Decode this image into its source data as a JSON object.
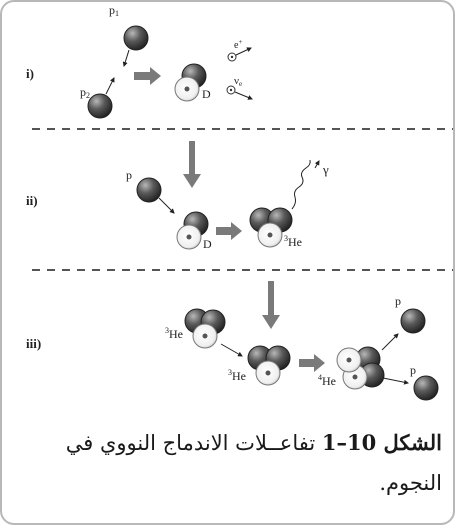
{
  "stages": [
    "i)",
    "ii)",
    "iii)"
  ],
  "labels": {
    "p1": "p",
    "p1_sub": "1",
    "p2": "p",
    "p2_sub": "2",
    "deuteron_1": "D",
    "positron": "e",
    "positron_sup": "+",
    "neutrino": "ν",
    "neutrino_sub": "e",
    "proton_ii": "p",
    "deuteron_2": "D",
    "he3_ii": "He",
    "he3_ii_sup": "3",
    "gamma": "γ",
    "he3_iii_a": "He",
    "he3_iii_a_sup": "3",
    "he3_iii_b": "He",
    "he3_iii_b_sup": "3",
    "he4": "He",
    "he4_sup": "4",
    "p_out_1": "p",
    "p_out_2": "p"
  },
  "caption": {
    "figure_number": "الشكل 10–1",
    "text": " تفاعــلات الاندماج النووي في النجوم."
  },
  "colors": {
    "proton": "#4a4a4a",
    "neutron": "#e8e8e8",
    "arrow": "#6b6b6b",
    "divider": "#555555",
    "border": "#b8b8b8"
  }
}
